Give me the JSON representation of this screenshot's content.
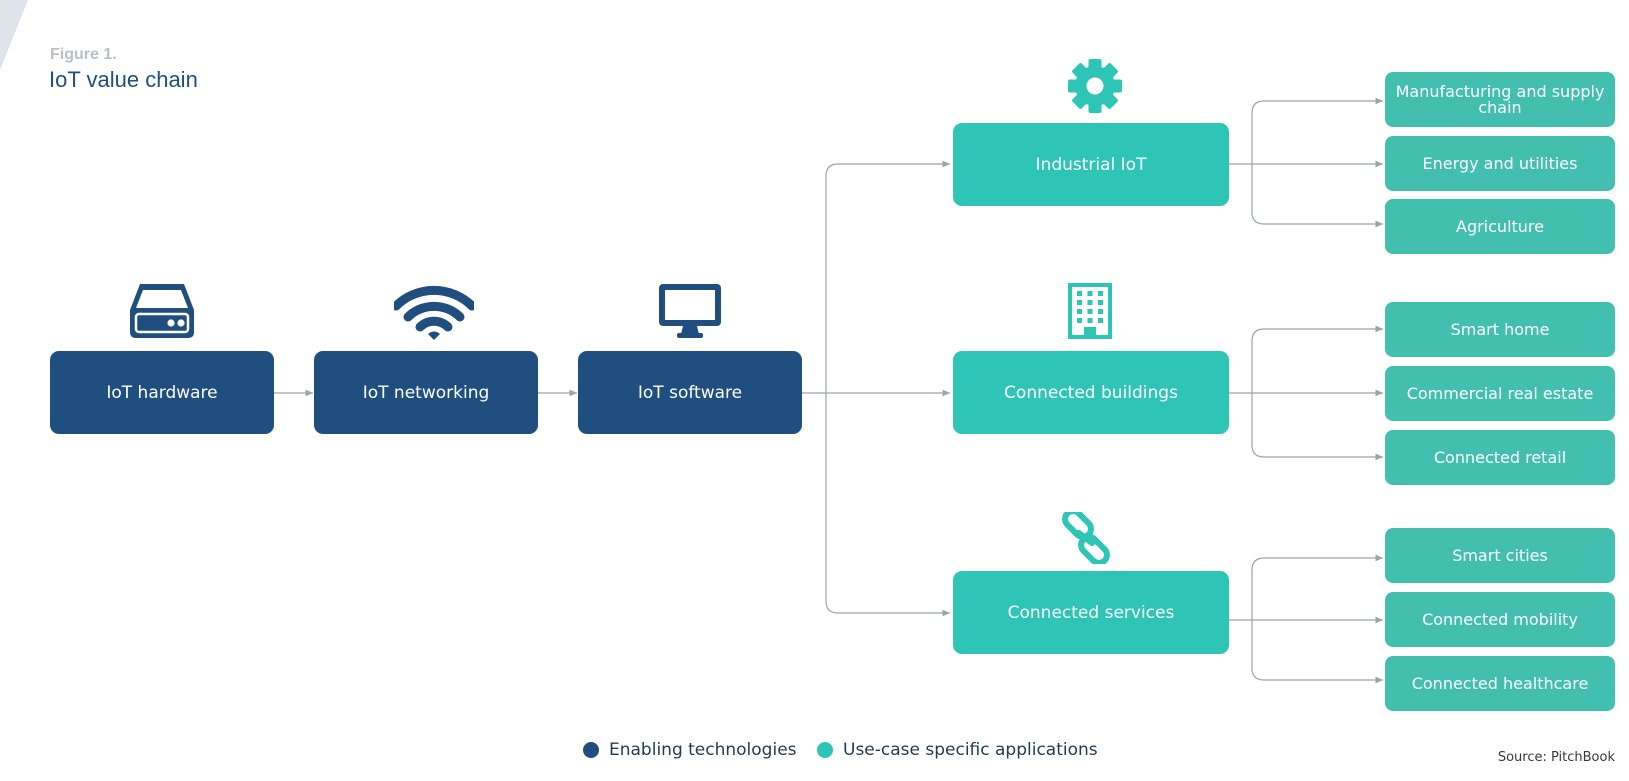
{
  "figure": {
    "label": "Figure 1.",
    "title": "IoT value chain"
  },
  "enabling": [
    {
      "label": "IoT hardware",
      "icon": "server-drive-icon"
    },
    {
      "label": "IoT networking",
      "icon": "wifi-icon"
    },
    {
      "label": "IoT software",
      "icon": "monitor-icon"
    }
  ],
  "categories": [
    {
      "label": "Industrial IoT",
      "icon": "gear-icon",
      "applications": [
        "Manufacturing and supply chain",
        "Energy and utilities",
        "Agriculture"
      ]
    },
    {
      "label": "Connected buildings",
      "icon": "building-icon",
      "applications": [
        "Smart home",
        "Commercial real estate",
        "Connected retail"
      ]
    },
    {
      "label": "Connected services",
      "icon": "chain-link-icon",
      "applications": [
        "Smart cities",
        "Connected mobility",
        "Connected healthcare"
      ]
    }
  ],
  "legend": [
    {
      "label": "Enabling technologies",
      "color": "#1f4e7f"
    },
    {
      "label": "Use-case specific applications",
      "color": "#2ec5b6"
    }
  ],
  "source": "Source: PitchBook",
  "colors": {
    "enabler": "#1f4e7f",
    "category": "#2ec5b6",
    "application": "#42bfae",
    "connector": "#9ea3ab"
  }
}
